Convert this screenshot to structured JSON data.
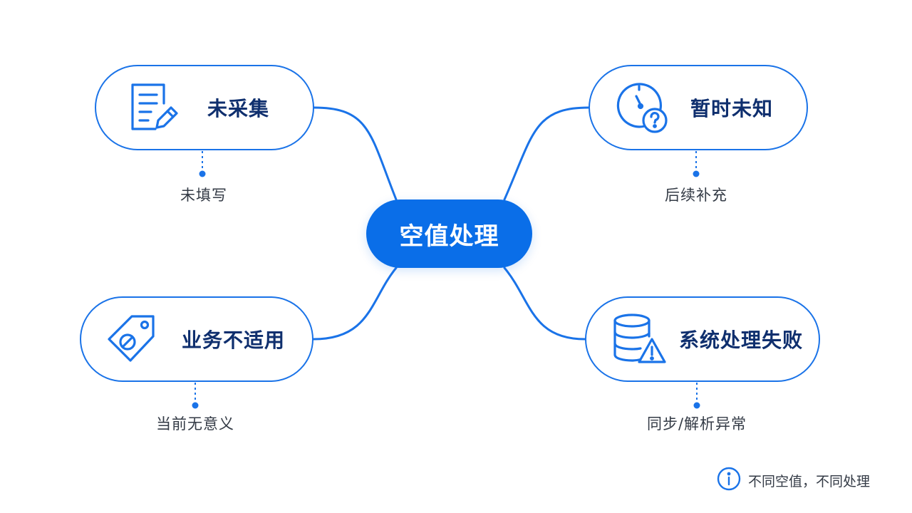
{
  "center": {
    "label": "空值处理"
  },
  "nodes": {
    "top_left": {
      "label": "未采集",
      "note": "未填写",
      "icon": "document-edit-icon"
    },
    "top_right": {
      "label": "暂时未知",
      "note": "后续补充",
      "icon": "clock-question-icon"
    },
    "bottom_left": {
      "label": "业务不适用",
      "note": "当前无意义",
      "icon": "tag-blocked-icon"
    },
    "bottom_right": {
      "label": "系统处理失败",
      "note": "同步/解析异常",
      "icon": "database-warning-icon"
    }
  },
  "footer": {
    "text": "不同空值，不同处理",
    "icon": "info-icon"
  },
  "colors": {
    "primary": "#0a6ee8",
    "line": "#1a73e8",
    "label": "#0f2f6e",
    "note": "#333a45",
    "background": "#ffffff"
  }
}
